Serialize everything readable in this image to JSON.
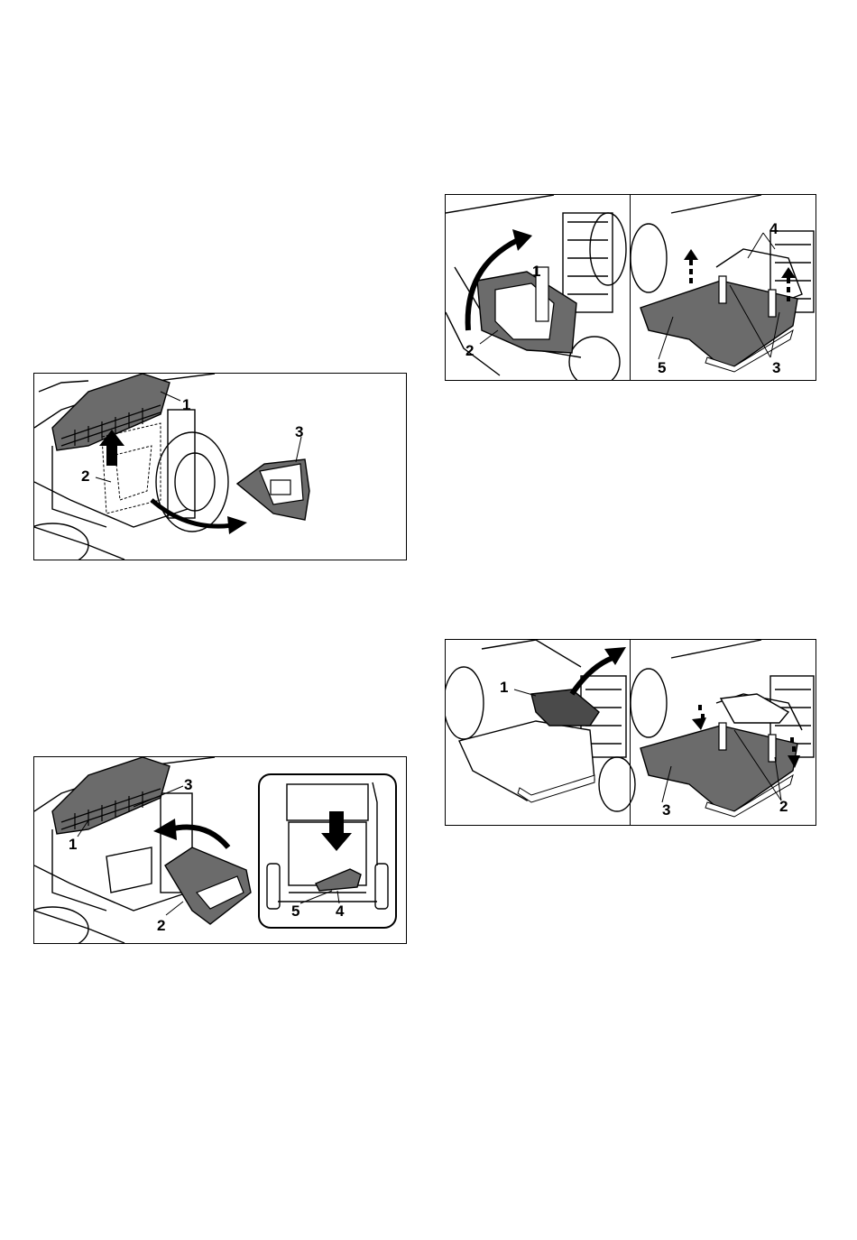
{
  "figures": [
    {
      "id": "fig-remove-mulch-insert",
      "callouts": [
        "1",
        "2",
        "3"
      ]
    },
    {
      "id": "fig-fit-grass-catcher-cover",
      "callouts": [
        "3",
        "1",
        "2",
        "5",
        "4"
      ]
    },
    {
      "id": "fig-open-flap-fit-deflector",
      "callouts": [
        "1",
        "2",
        "4",
        "5",
        "3"
      ]
    },
    {
      "id": "fig-remove-deflector",
      "callouts": [
        "1",
        "3",
        "2"
      ]
    }
  ],
  "colors": {
    "line": "#000000",
    "part_fill": "#6b6b6b",
    "highlight_fill": "#4a4a4a",
    "background": "#ffffff"
  },
  "icons": [
    "arrow-up-icon",
    "curved-arrow-icon",
    "dashed-arrow-icon",
    "arrow-down-icon"
  ]
}
